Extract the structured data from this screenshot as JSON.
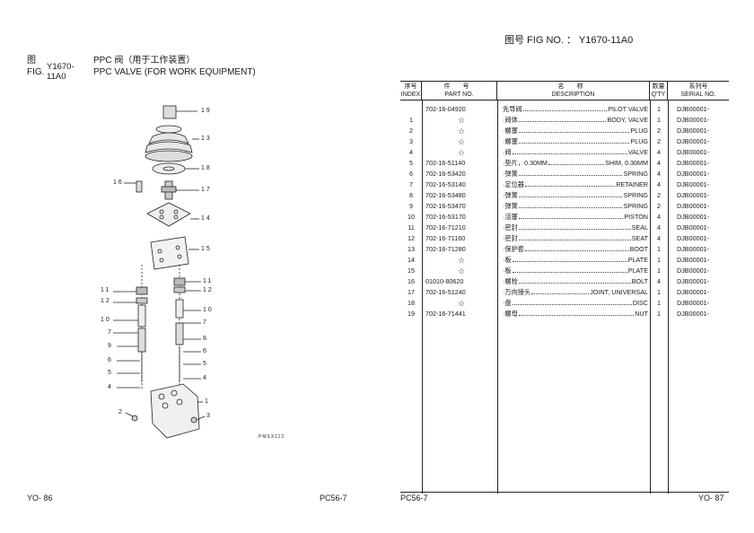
{
  "right_header": {
    "label": "图号 FIG NO. ：",
    "number": "Y1670-11A0"
  },
  "left_header": {
    "cn_label": "图",
    "fig_label": "FIG.",
    "fig_number": "Y1670-11A0",
    "title_cn": "PPC 阀（用于工作装置）",
    "title_en": "PPC VALVE (FOR WORK EQUIPMENT)"
  },
  "diagram": {
    "code": "PMSX112",
    "callouts": [
      "19",
      "13",
      "18",
      "16",
      "17",
      "14",
      "15",
      "11",
      "12",
      "12",
      "11",
      "10",
      "10",
      "7",
      "7",
      "9",
      "8",
      "6",
      "6",
      "5",
      "5",
      "4",
      "4",
      "1",
      "2",
      "3"
    ]
  },
  "table": {
    "headers": {
      "index_cn": "序号",
      "index_en": "INDEX",
      "part_cn": "件 号",
      "part_en": "PART NO.",
      "desc_cn": "名 称",
      "desc_en": "DESCRIPTION",
      "qty_cn": "数量",
      "qty_en": "Q'TY",
      "serial_cn": "系列号",
      "serial_en": "SERIAL NO."
    },
    "rows": [
      {
        "index": "",
        "part": "702-16-04920",
        "cn": "先导阀",
        "en": "PILOT VALVE",
        "qty": "1",
        "serial": "DJB00001-"
      },
      {
        "index": "1",
        "part": "☆",
        "cn": "·阀体",
        "en": "BODY, VALVE",
        "qty": "1",
        "serial": "DJB00001-"
      },
      {
        "index": "2",
        "part": "☆",
        "cn": "·螺塞",
        "en": "PLUG",
        "qty": "2",
        "serial": "DJB00001-"
      },
      {
        "index": "3",
        "part": "☆",
        "cn": "·螺塞",
        "en": "PLUG",
        "qty": "2",
        "serial": "DJB00001-"
      },
      {
        "index": "4",
        "part": "☆",
        "cn": "·阀",
        "en": "VALVE",
        "qty": "4",
        "serial": "DJB00001-"
      },
      {
        "index": "5",
        "part": "702-16-51140",
        "cn": "·垫片，0.30MM",
        "en": "SHIM, 0.30MM",
        "qty": "4",
        "serial": "DJB00001-"
      },
      {
        "index": "6",
        "part": "702-16-53420",
        "cn": "·弹簧",
        "en": "SPRING",
        "qty": "4",
        "serial": "DJB00001-"
      },
      {
        "index": "7",
        "part": "702-16-53140",
        "cn": "·定位器",
        "en": "RETAINER",
        "qty": "4",
        "serial": "DJB00001-"
      },
      {
        "index": "8",
        "part": "702-16-53480",
        "cn": "·弹簧",
        "en": "SPRING",
        "qty": "2",
        "serial": "DJB00001-"
      },
      {
        "index": "9",
        "part": "702-16-53470",
        "cn": "·弹簧",
        "en": "SPRING",
        "qty": "2",
        "serial": "DJB00001-"
      },
      {
        "index": "10",
        "part": "702-16-53170",
        "cn": "·活塞",
        "en": "PISTON",
        "qty": "4",
        "serial": "DJB00001-"
      },
      {
        "index": "11",
        "part": "702-16-71210",
        "cn": "·密封",
        "en": "SEAL",
        "qty": "4",
        "serial": "DJB00001-"
      },
      {
        "index": "12",
        "part": "702-16-71160",
        "cn": "·密封",
        "en": "SEAT",
        "qty": "4",
        "serial": "DJB00001-"
      },
      {
        "index": "13",
        "part": "702-16-71280",
        "cn": "·保护套",
        "en": "BOOT",
        "qty": "1",
        "serial": "DJB00001-"
      },
      {
        "index": "14",
        "part": "☆",
        "cn": "·板",
        "en": "PLATE",
        "qty": "1",
        "serial": "DJB00001-"
      },
      {
        "index": "15",
        "part": "☆",
        "cn": "·板",
        "en": "PLATE",
        "qty": "1",
        "serial": "DJB00001-"
      },
      {
        "index": "16",
        "part": "01010-80620",
        "cn": "·螺栓",
        "en": "BOLT",
        "qty": "4",
        "serial": "DJB00001-"
      },
      {
        "index": "17",
        "part": "702-16-51240",
        "cn": "·万向接头",
        "en": "JOINT, UNIVERSAL",
        "qty": "1",
        "serial": "DJB00001-"
      },
      {
        "index": "18",
        "part": "☆",
        "cn": "·盘",
        "en": "DISC",
        "qty": "1",
        "serial": "DJB00001-"
      },
      {
        "index": "19",
        "part": "702-16-71441",
        "cn": "·螺母",
        "en": "NUT",
        "qty": "1",
        "serial": "DJB00001-"
      }
    ]
  },
  "footer": {
    "left_page": "YO- 86",
    "left_model": "PC56-7",
    "right_model": "PC56-7",
    "right_page": "YO- 87"
  }
}
